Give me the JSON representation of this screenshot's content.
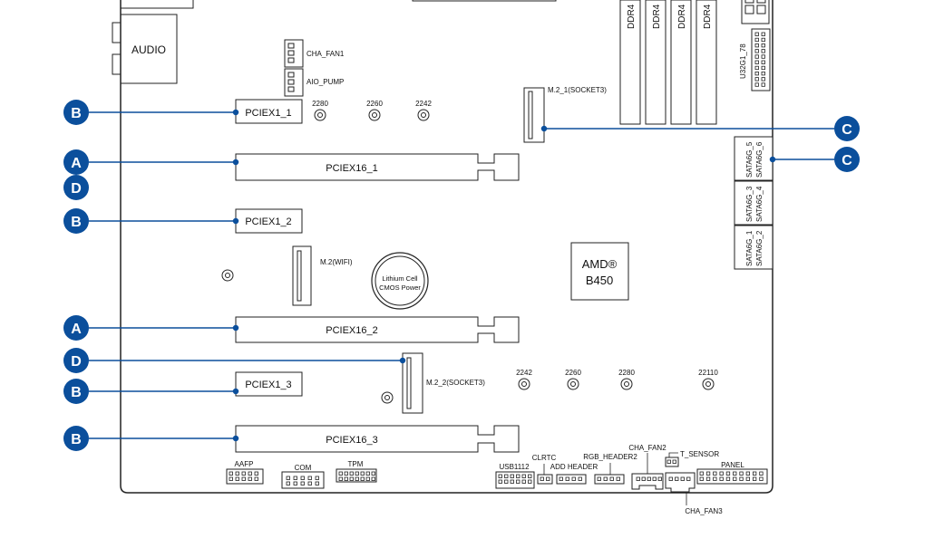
{
  "audio": "AUDIO",
  "ddr": [
    "DDR4",
    "DDR4",
    "DDR4",
    "DDR4"
  ],
  "usb_header": "U32G1_78",
  "fans": {
    "cha_fan1": "CHA_FAN1",
    "aio_pump": "AIO_PUMP",
    "cha_fan2": "CHA_FAN2",
    "cha_fan3": "CHA_FAN3"
  },
  "m2": {
    "socket1": "M.2_1(SOCKET3)",
    "wifi": "M.2(WIFI)",
    "socket2": "M.2_2(SOCKET3)"
  },
  "m2_mounts_top": [
    "2280",
    "2260",
    "2242"
  ],
  "m2_mounts_bottom": [
    "2242",
    "2260",
    "2280",
    "22110"
  ],
  "slots": {
    "pciex1_1": "PCIEX1_1",
    "pciex16_1": "PCIEX16_1",
    "pciex1_2": "PCIEX1_2",
    "pciex16_2": "PCIEX16_2",
    "pciex1_3": "PCIEX1_3",
    "pciex16_3": "PCIEX16_3"
  },
  "sata": [
    [
      "SATA6G_5",
      "SATA6G_6"
    ],
    [
      "SATA6G_3",
      "SATA6G_4"
    ],
    [
      "SATA6G_1",
      "SATA6G_2"
    ]
  ],
  "battery": [
    "Lithium Cell",
    "CMOS Power"
  ],
  "chipset": [
    "AMD®",
    "B450"
  ],
  "bottom_headers": {
    "aafp": "AAFP",
    "com": "COM",
    "tpm": "TPM",
    "usb1112": "USB1112",
    "clrtc": "CLRTC",
    "add_header": "ADD HEADER",
    "rgb_header2": "RGB_HEADER2",
    "t_sensor": "T_SENSOR",
    "panel": "PANEL"
  },
  "callouts": {
    "a": "A",
    "b": "B",
    "c": "C",
    "d": "D"
  },
  "colors": {
    "callout": "#0b4f9c",
    "line": "#0b4f9c",
    "board": "#222222"
  }
}
